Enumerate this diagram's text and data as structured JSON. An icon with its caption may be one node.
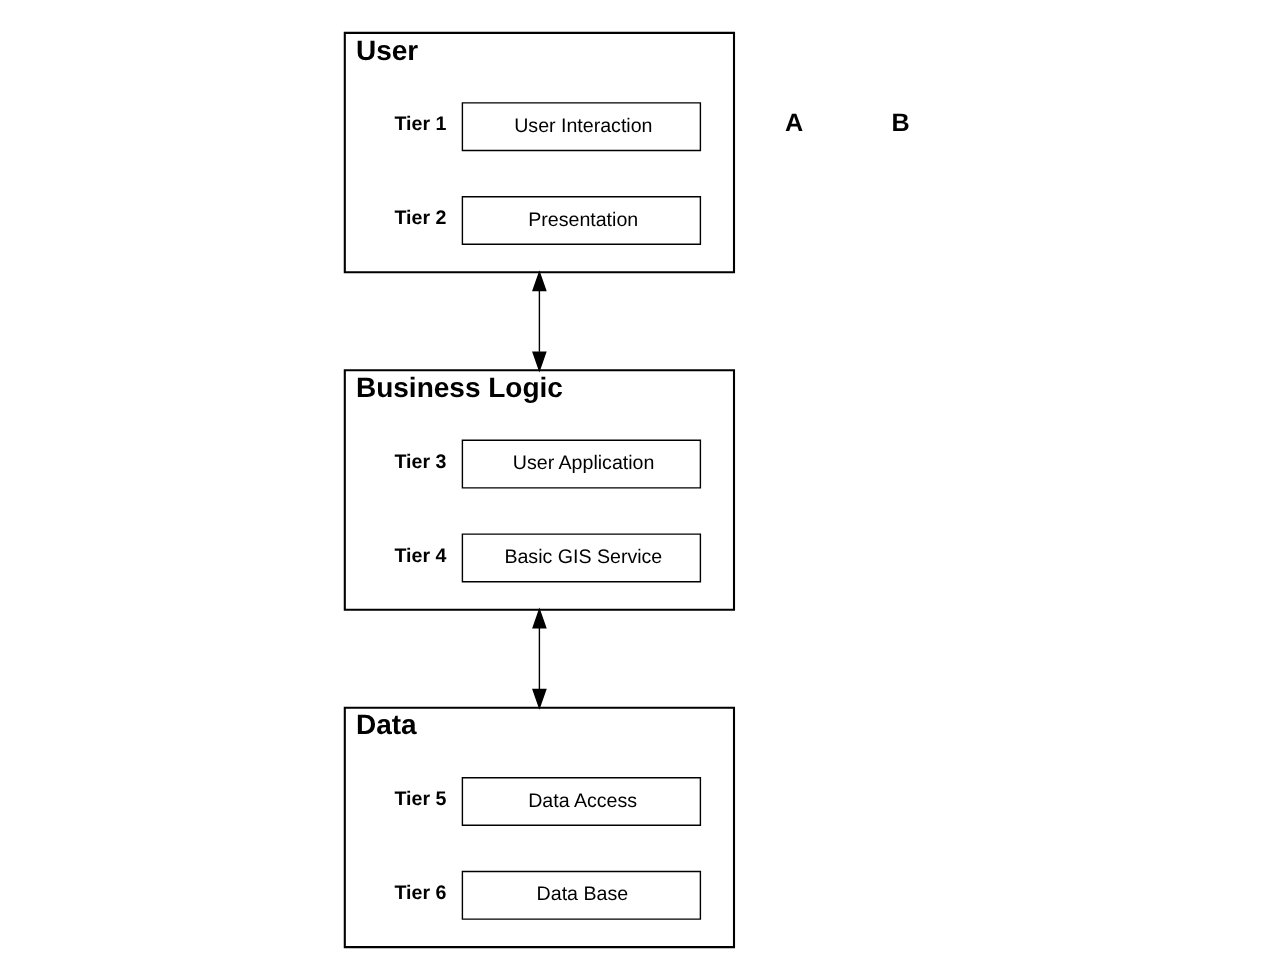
{
  "diagram": {
    "nodes": [
      {
        "text": [
          "User"
        ]
      },
      {
        "text": [
          "User Interaction"
        ],
        "in": 0,
        "beside": [
          "Tier 1"
        ]
      },
      {
        "text": [
          "Presentation"
        ],
        "in": 0,
        "beside": [
          "Tier 2"
        ]
      },
      {
        "text": [
          "Business Logic"
        ]
      },
      {
        "text": [
          "User Application"
        ],
        "in": 3,
        "beside": [
          "Tier 3"
        ]
      },
      {
        "text": [
          "Basic GIS Service"
        ],
        "in": 3,
        "beside": [
          "Tier 4"
        ]
      },
      {
        "text": [
          "Data"
        ]
      },
      {
        "text": [
          "Data Access"
        ],
        "in": 6,
        "beside": [
          "Tier 5"
        ]
      },
      {
        "text": [
          "Data Base"
        ],
        "in": 6,
        "beside": [
          "Tier 6"
        ]
      }
    ],
    "edges": [
      {
        "from": 0,
        "to": 3,
        "arrow": "both"
      },
      {
        "from": 3,
        "to": 6,
        "arrow": "both"
      }
    ],
    "labels": [
      "A",
      "B"
    ]
  }
}
